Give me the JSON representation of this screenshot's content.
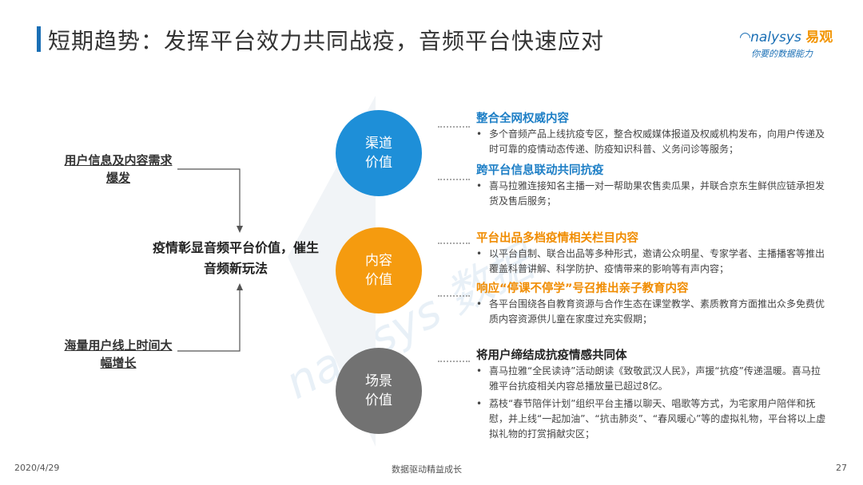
{
  "header": {
    "title": "短期趋势：发挥平台效力共同战疫，音频平台快速应对"
  },
  "logo": {
    "brand_latin": "nalysys",
    "brand_cn": "易观",
    "tagline": "你要的数据能力"
  },
  "left": {
    "top_label": "用户信息及内容需求爆发",
    "bottom_label": "海量用户线上时间大幅增长",
    "center_label": "疫情彰显音频平台价值，催生音频新玩法"
  },
  "circles": [
    {
      "label": "渠道价值"
    },
    {
      "label": "内容价值"
    },
    {
      "label": "场景价值"
    }
  ],
  "sections": [
    {
      "title": "整合全网权威内容",
      "bullets": [
        "多个音频产品上线抗疫专区，整合权威媒体报道及权威机构发布，向用户传递及时可靠的疫情动态传递、防疫知识科普、义务问诊等服务；"
      ]
    },
    {
      "title": "跨平台信息联动共同抗疫",
      "bullets": [
        "喜马拉雅连接知名主播一对一帮助果农售卖瓜果，并联合京东生鲜供应链承担发货及售后服务；"
      ]
    },
    {
      "title": "平台出品多档疫情相关栏目内容",
      "bullets": [
        "以平台自制、联合出品等多种形式，邀请公众明星、专家学者、主播播客等推出覆盖科普讲解、科学防护、疫情带来的影响等有声内容；"
      ]
    },
    {
      "title": "响应“停课不停学”号召推出亲子教育内容",
      "bullets": [
        "各平台围绕各自教育资源与合作生态在课堂教学、素质教育方面推出众多免费优质内容资源供儿童在家度过充实假期；"
      ]
    },
    {
      "title": "将用户缔结成抗疫情感共同体",
      "bullets": [
        "喜马拉雅“全民读诗”活动朗读《致敬武汉人民》，声援“抗疫”传递温暖。喜马拉雅平台抗疫相关内容总播放量已超过8亿。",
        "荔枝“春节陪伴计划”组织平台主播以聊天、唱歌等方式，为宅家用户陪伴和抚慰，并上线“一起加油”、“抗击肺炎”、“春风暖心”等的虚拟礼物，平台将以上虚拟礼物的打赏捐献灾区；"
      ]
    }
  ],
  "footer": {
    "date": "2020/4/29",
    "center": "数据驱动精益成长",
    "page": "27"
  }
}
